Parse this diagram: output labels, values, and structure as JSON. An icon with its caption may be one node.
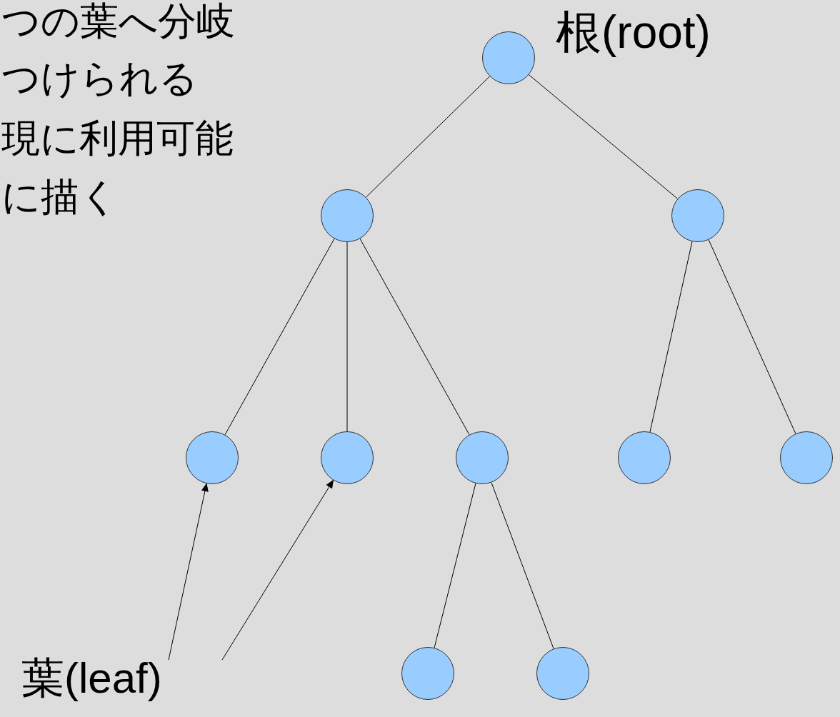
{
  "diagram": {
    "nodes": [
      {
        "text": [],
        "shape": "circle",
        "beside": [
          "根(root)"
        ]
      },
      {
        "text": [],
        "shape": "circle"
      },
      {
        "text": [],
        "shape": "circle"
      },
      {
        "text": [],
        "shape": "circle"
      },
      {
        "text": [],
        "shape": "circle"
      },
      {
        "text": [],
        "shape": "circle"
      },
      {
        "text": [],
        "shape": "circle"
      },
      {
        "text": [],
        "shape": "circle"
      },
      {
        "text": [],
        "shape": "circle"
      },
      {
        "text": [],
        "shape": "circle"
      },
      {
        "text": [
          "葉(leaf)"
        ]
      }
    ],
    "edges": [
      {
        "from": 0,
        "to": 1,
        "arrow": "none"
      },
      {
        "from": 0,
        "to": 2,
        "arrow": "none"
      },
      {
        "from": 1,
        "to": 3,
        "arrow": "none"
      },
      {
        "from": 1,
        "to": 4,
        "arrow": "none"
      },
      {
        "from": 1,
        "to": 5,
        "arrow": "none"
      },
      {
        "from": 2,
        "to": 6,
        "arrow": "none"
      },
      {
        "from": 2,
        "to": 7,
        "arrow": "none"
      },
      {
        "from": 5,
        "to": 8,
        "arrow": "none"
      },
      {
        "from": 5,
        "to": 9,
        "arrow": "none"
      },
      {
        "from": 10,
        "to": 3,
        "arrow": "to"
      },
      {
        "from": 10,
        "to": 4,
        "arrow": "to"
      }
    ],
    "labels": [
      "つの葉へ分岐",
      "つけられる",
      "現に利用可能",
      "に描く"
    ]
  }
}
